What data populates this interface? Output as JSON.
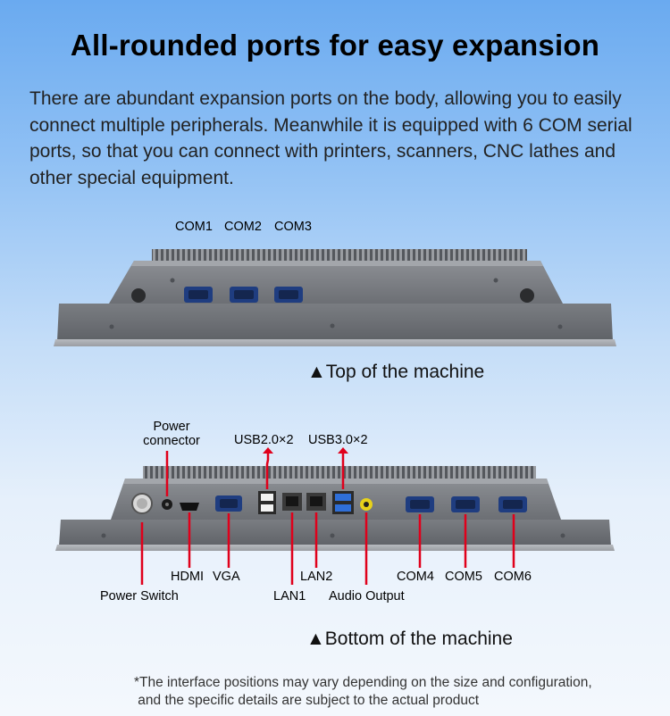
{
  "title": "All-rounded ports for easy expansion",
  "intro": "There are abundant expansion ports on the body, allowing you to easily connect multiple peripherals. Meanwhile it is equipped with 6 COM serial ports, so that you can connect with printers, scanners, CNC lathes and other special equipment.",
  "top_section": {
    "labels": {
      "com1": "COM1",
      "com2": "COM2",
      "com3": "COM3"
    },
    "caption": "▲Top of the machine"
  },
  "bottom_section": {
    "labels": {
      "power_connector": "Power\nconnector",
      "usb2": "USB2.0×2",
      "usb3": "USB3.0×2",
      "hdmi": "HDMI",
      "vga": "VGA",
      "lan2": "LAN2",
      "lan1": "LAN1",
      "audio_output": "Audio Output",
      "power_switch": "Power Switch",
      "com4": "COM4",
      "com5": "COM5",
      "com6": "COM6"
    },
    "caption": "▲Bottom of the machine"
  },
  "note": "*The interface positions may vary depending on the size and configuration,\n and the specific details are subject to the actual product",
  "colors": {
    "pointer_line": "#e0001b",
    "device_body": "#7c7f84",
    "device_panel": "#6f7277"
  }
}
